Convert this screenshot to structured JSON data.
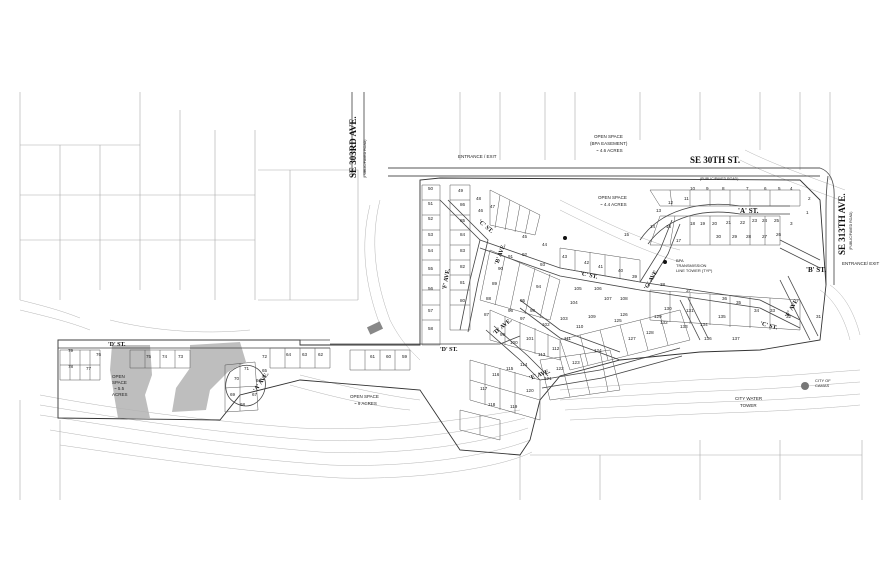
{
  "map": {
    "roads": {
      "se_303rd": "SE 303RD AVE.",
      "se_303rd_sub": "(PUBLIC/PAVED ROAD)",
      "se_30th": "SE 30TH ST.",
      "se_30th_sub": "(PUBLIC/PAVED ROAD)",
      "se_313th": "SE 313TH AVE.",
      "se_313th_sub": "(PUBLIC/PAVED ROAD)"
    },
    "streets": {
      "a_st": "'A' ST.",
      "b_st": "'B' ST.",
      "c_st_1": "'C' ST.",
      "c_st_2": "'C' ST.",
      "c_st_3": "'C' ST.",
      "d_st_1": "'D' ST.",
      "d_st_2": "'D' ST.",
      "a_ave": "'A' AVE.",
      "b_ave": "'B' AVE.",
      "d_ave": "'D' AVE.",
      "e_ave": "'E' AVE.",
      "f_ave": "'F' AVE.",
      "g_ave": "'G' AVE."
    },
    "labels": {
      "entrance_exit_1": "ENTRANCE / EXIT",
      "entrance_exit_2": "ENTRANCE/ EXIT",
      "open_space_bpa_1": "OPEN SPACE",
      "open_space_bpa_2": "(BPA EASEMENT)",
      "open_space_bpa_3": "~ 4.6 ACRES",
      "open_space_44_1": "OPEN SPACE",
      "open_space_44_2": "~ 4.4 ACRES",
      "open_space_9_1": "OPEN SPACE",
      "open_space_9_2": "~ 9 ACRES",
      "open_space_w_1": "OPEN",
      "open_space_w_2": "SPACE",
      "open_space_w_3": "~ 5.5",
      "open_space_w_4": "ACRES",
      "bpa_tower_1": "BPA",
      "bpa_tower_2": "TRANSMISSION",
      "bpa_tower_3": "LINE TOWER (TYP)",
      "water_tower_1": "CITY WATER",
      "water_tower_2": "TOWER",
      "city_of_camas_1": "CITY OF",
      "city_of_camas_2": "CAMAS"
    },
    "lots": [
      "1",
      "2",
      "3",
      "4",
      "5",
      "6",
      "7",
      "8",
      "9",
      "10",
      "11",
      "12",
      "13",
      "14",
      "15",
      "16",
      "17",
      "18",
      "19",
      "20",
      "21",
      "22",
      "23",
      "24",
      "25",
      "26",
      "27",
      "28",
      "29",
      "30",
      "31",
      "32",
      "33",
      "34",
      "35",
      "36",
      "37",
      "38",
      "39",
      "40",
      "41",
      "42",
      "43",
      "44",
      "45",
      "46",
      "47",
      "48",
      "49",
      "50",
      "51",
      "52",
      "53",
      "54",
      "55",
      "56",
      "57",
      "58",
      "59",
      "60",
      "61",
      "62",
      "63",
      "64",
      "65",
      "66",
      "67",
      "68",
      "69",
      "70",
      "71",
      "72",
      "73",
      "74",
      "75",
      "76",
      "77",
      "78",
      "79",
      "80",
      "81",
      "82",
      "83",
      "84",
      "85",
      "86",
      "87",
      "88",
      "89",
      "90",
      "91",
      "92",
      "93",
      "94",
      "95",
      "96",
      "97",
      "98",
      "99",
      "100",
      "101",
      "102",
      "103",
      "104",
      "105",
      "106",
      "107",
      "108",
      "109",
      "110",
      "111",
      "112",
      "113",
      "114",
      "115",
      "116",
      "117",
      "118",
      "119",
      "120",
      "121",
      "122",
      "123",
      "124",
      "125",
      "126",
      "127",
      "128",
      "129",
      "130",
      "131",
      "132",
      "133",
      "134",
      "135",
      "136",
      "137"
    ]
  }
}
